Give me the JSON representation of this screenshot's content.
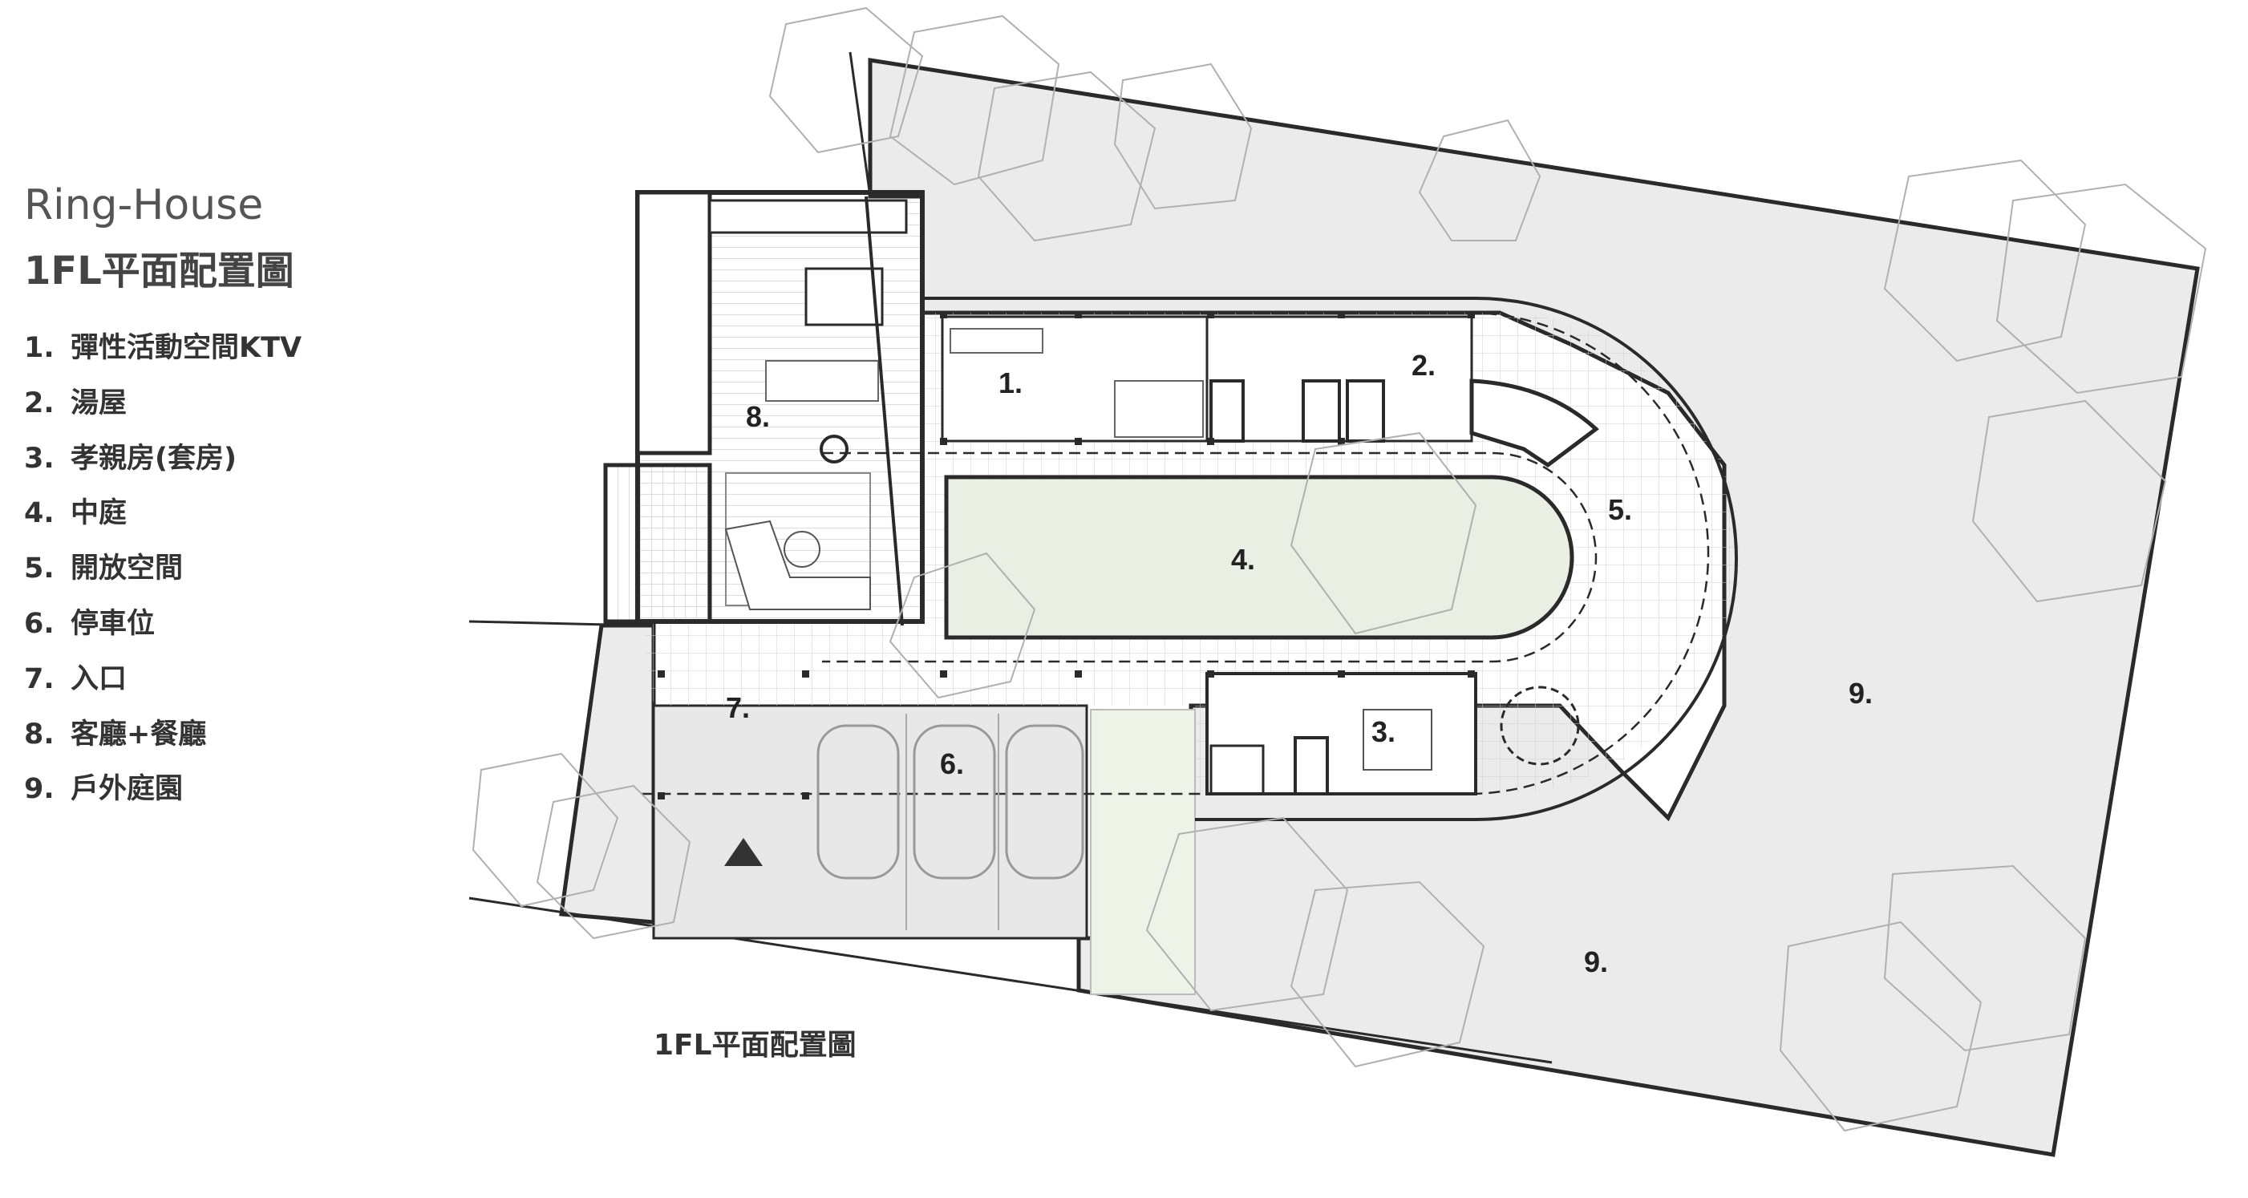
{
  "legend": {
    "title": "Ring-House",
    "subtitle": "1FL平面配置圖",
    "items": [
      {
        "num": "1.",
        "label": "彈性活動空間KTV"
      },
      {
        "num": "2.",
        "label": "湯屋"
      },
      {
        "num": "3.",
        "label": "孝親房(套房)"
      },
      {
        "num": "4.",
        "label": "中庭"
      },
      {
        "num": "5.",
        "label": "開放空間"
      },
      {
        "num": "6.",
        "label": "停車位"
      },
      {
        "num": "7.",
        "label": "入口"
      },
      {
        "num": "8.",
        "label": "客廳+餐廳"
      },
      {
        "num": "9.",
        "label": "戶外庭園"
      }
    ]
  },
  "plan": {
    "caption": "1FL平面配置圖",
    "room_labels": {
      "r1": "1.",
      "r2": "2.",
      "r3": "3.",
      "r4": "4.",
      "r5": "5.",
      "r6": "6.",
      "r7": "7.",
      "r8": "8.",
      "r9a": "9.",
      "r9b": "9."
    }
  },
  "colors": {
    "site_fill": "#ebebeb",
    "courtyard_fill": "#e9efe2",
    "wall": "#2a2a2a",
    "tree_line": "#b0b0b0"
  }
}
